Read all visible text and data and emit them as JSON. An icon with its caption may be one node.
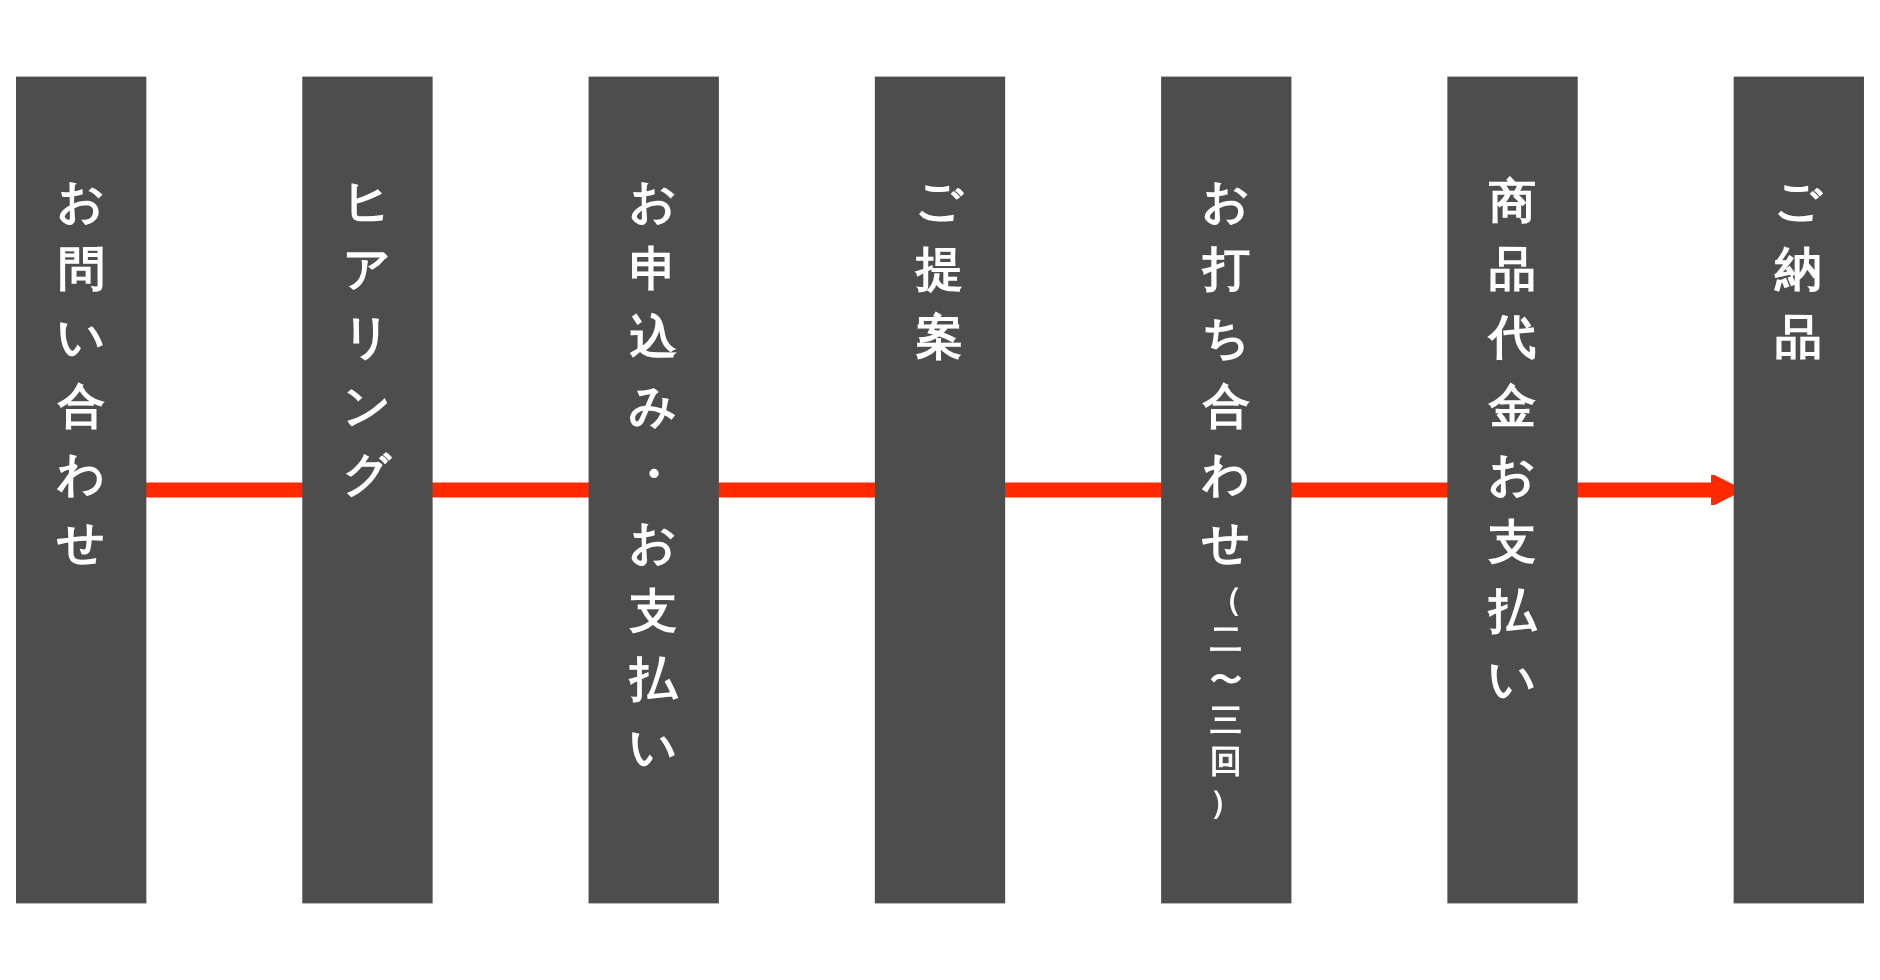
{
  "diagram": {
    "nodes": [
      {
        "text": [
          "お問い合わせ"
        ]
      },
      {
        "text": [
          "ヒアリング"
        ]
      },
      {
        "text": [
          "お申込み・お支払い"
        ]
      },
      {
        "text": [
          "ご提案"
        ]
      },
      {
        "text": [
          "お打ち合わせ",
          "（二〜三回）"
        ]
      },
      {
        "text": [
          "商品代金お支払い"
        ]
      },
      {
        "text": [
          "ご納品"
        ]
      }
    ],
    "edges": [
      {
        "from": 0,
        "to": 1,
        "arrow": "none"
      },
      {
        "from": 1,
        "to": 2,
        "arrow": "none"
      },
      {
        "from": 2,
        "to": 3,
        "arrow": "none"
      },
      {
        "from": 3,
        "to": 4,
        "arrow": "none"
      },
      {
        "from": 4,
        "to": 5,
        "arrow": "none"
      },
      {
        "from": 5,
        "to": 6,
        "arrow": "to"
      }
    ]
  }
}
